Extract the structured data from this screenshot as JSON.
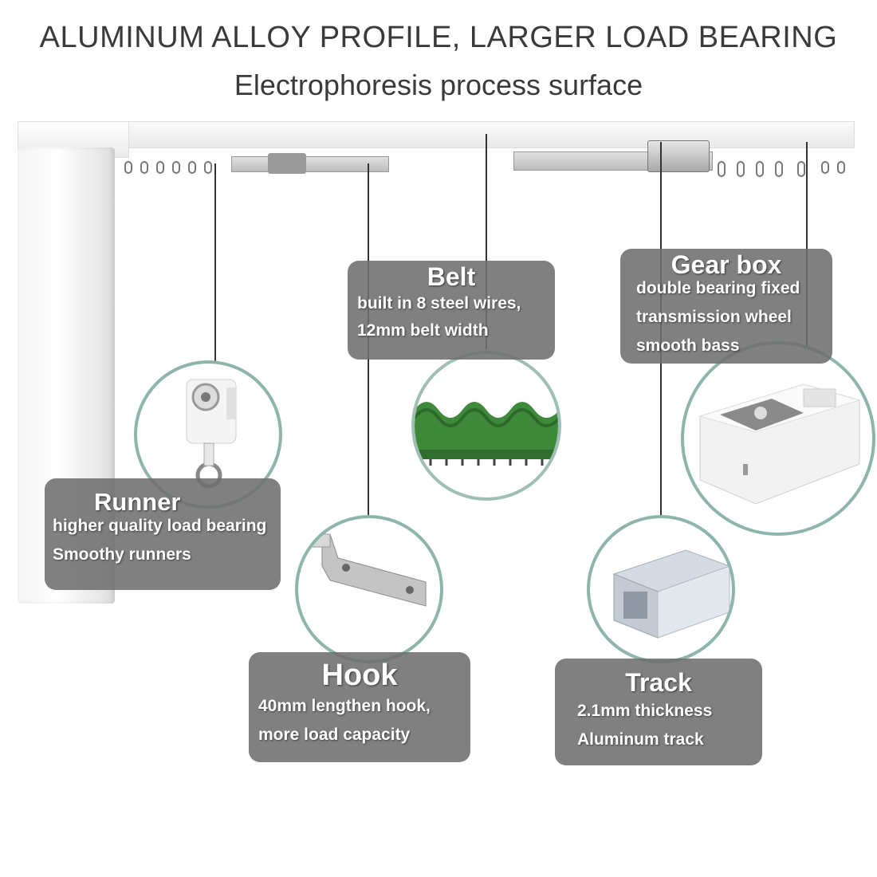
{
  "header": {
    "title": "ALUMINUM ALLOY PROFILE, LARGER LOAD BEARING",
    "subtitle": "Electrophoresis process surface"
  },
  "callouts": {
    "belt": {
      "title": "Belt",
      "lines": [
        "built in 8 steel wires,",
        "12mm belt width"
      ]
    },
    "gearbox": {
      "title": "Gear box",
      "lines": [
        "double bearing fixed",
        "transmission wheel",
        "smooth bass"
      ]
    },
    "runner": {
      "title": "Runner",
      "lines": [
        "higher quality load bearing",
        "Smoothy runners"
      ]
    },
    "hook": {
      "title": "Hook",
      "lines": [
        "40mm lengthen hook,",
        "more load capacity"
      ]
    },
    "track": {
      "title": "Track",
      "lines": [
        "2.1mm thickness",
        "Aluminum track"
      ]
    }
  },
  "colors": {
    "callout_bg": "#6e6e6e",
    "circle_border": "#8db5ac",
    "belt_green": "#3f8a3a"
  }
}
